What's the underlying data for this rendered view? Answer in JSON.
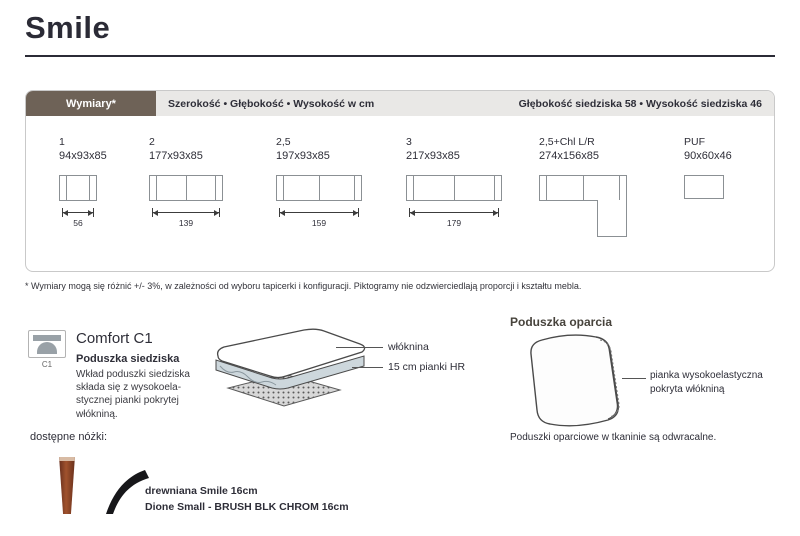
{
  "page": {
    "title": "Smile"
  },
  "dimensions": {
    "tab_label": "Wymiary*",
    "header_left": "Szerokość • Głębokość • Wysokość w cm",
    "header_right": "Głębokość siedziska 58 • Wysokość siedziska 46",
    "items": [
      {
        "name": "1",
        "size": "94x93x85",
        "type": "sofa1",
        "arrow_label": "56"
      },
      {
        "name": "2",
        "size": "177x93x85",
        "type": "sofa2",
        "arrow_label": "139"
      },
      {
        "name": "2,5",
        "size": "197x93x85",
        "type": "sofa2",
        "arrow_label": "159"
      },
      {
        "name": "3",
        "size": "217x93x85",
        "type": "sofa2",
        "arrow_label": "179"
      },
      {
        "name": "2,5+Chl L/R",
        "size": "274x156x85",
        "type": "corner",
        "arrow_label": ""
      },
      {
        "name": "PUF",
        "size": "90x60x46",
        "type": "puf",
        "arrow_label": ""
      }
    ],
    "footnote": "* Wymiary mogą się różnić +/- 3%, w zależności od wyboru tapicerki i konfiguracji. Piktogramy nie odzwierciedlają proporcji i kształtu mebla."
  },
  "comfort": {
    "icon_label": "C1",
    "title": "Comfort C1",
    "subtitle": "Poduszka siedziska",
    "description": "Wkład poduszki siedziska składa się z wysokoela-stycznej pianki pokrytej włókniną.",
    "label_fiber": "włóknina",
    "label_foam": "15 cm pianki HR"
  },
  "back_cushion": {
    "title": "Poduszka oparcia",
    "label_line1": "pianka wysokoelastyczna",
    "label_line2": "pokryta włókniną",
    "note": "Poduszki oparciowe w tkaninie są odwracalne."
  },
  "legs": {
    "title": "dostępne nóżki:",
    "wood_label": "drewniana Smile 16cm",
    "metal_label": "Dione Small - BRUSH BLK CHROM 16cm"
  },
  "colors": {
    "accent_tab": "#6e6257",
    "heading": "#2b2b36",
    "bar_bg": "#e9e8e6"
  }
}
